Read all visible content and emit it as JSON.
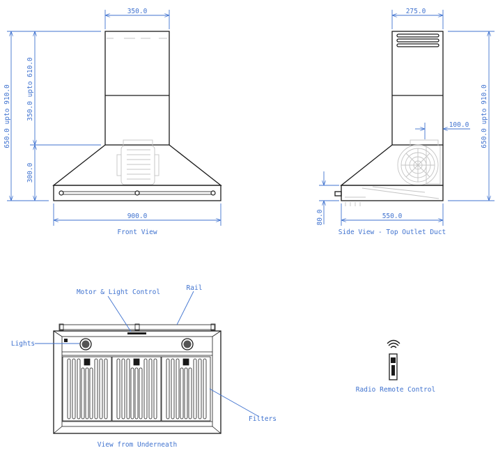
{
  "front_view": {
    "title": "Front View",
    "dim_chimney_width": "350.0",
    "dim_overall_height": "650.0 upto 910.0",
    "dim_chimney_height": "350.0 upto 610.0",
    "dim_hood_height": "300.0",
    "dim_width": "900.0"
  },
  "side_view": {
    "title": "Side View - Top Outlet Duct",
    "dim_chimney_depth": "275.0",
    "dim_overall_height": "650.0 upto 910.0",
    "dim_outlet_offset": "100.0",
    "dim_depth": "550.0",
    "dim_base_height": "80.0"
  },
  "underneath_view": {
    "title": "View from Underneath",
    "label_control": "Motor & Light Control",
    "label_rail": "Rail",
    "label_lights": "Lights",
    "label_filters": "Filters"
  },
  "remote": {
    "label": "Radio Remote Control"
  },
  "colors": {
    "dimension": "#3f72cf",
    "outline": "#1a1a1a"
  }
}
